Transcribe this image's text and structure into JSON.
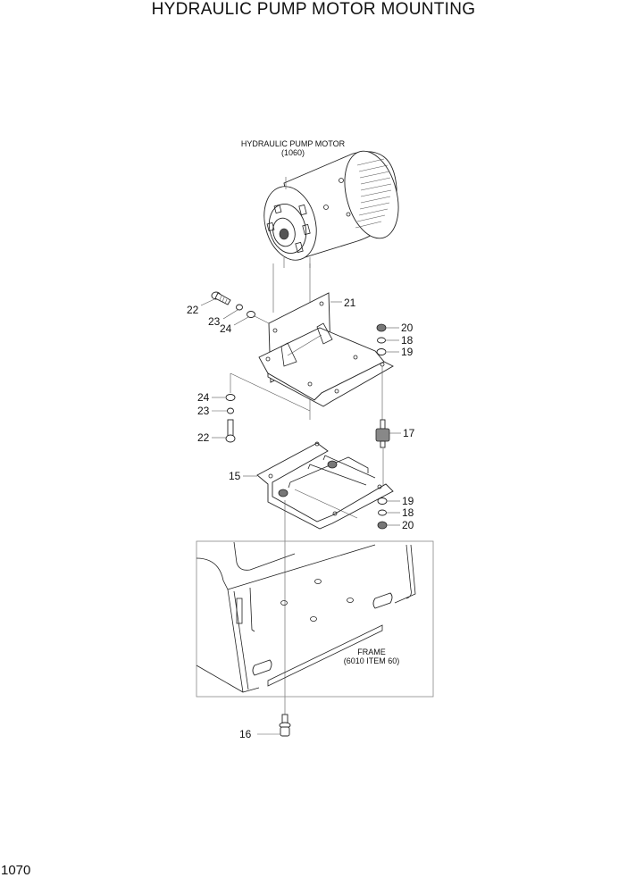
{
  "title": "HYDRAULIC PUMP MOTOR MOUNTING",
  "page_number": "1070",
  "captions": {
    "motor_line1": "HYDRAULIC PUMP MOTOR",
    "motor_line2": "(1060)",
    "frame_line1": "FRAME",
    "frame_line2": "(6010 ITEM 60)"
  },
  "callouts": [
    {
      "id": "22a",
      "label": "22"
    },
    {
      "id": "23a",
      "label": "23"
    },
    {
      "id": "24a",
      "label": "24"
    },
    {
      "id": "21",
      "label": "21"
    },
    {
      "id": "20a",
      "label": "20"
    },
    {
      "id": "18a",
      "label": "18"
    },
    {
      "id": "19a",
      "label": "19"
    },
    {
      "id": "24b",
      "label": "24"
    },
    {
      "id": "23b",
      "label": "23"
    },
    {
      "id": "22b",
      "label": "22"
    },
    {
      "id": "17",
      "label": "17"
    },
    {
      "id": "15",
      "label": "15"
    },
    {
      "id": "19b",
      "label": "19"
    },
    {
      "id": "18b",
      "label": "18"
    },
    {
      "id": "20b",
      "label": "20"
    },
    {
      "id": "16",
      "label": "16"
    }
  ]
}
